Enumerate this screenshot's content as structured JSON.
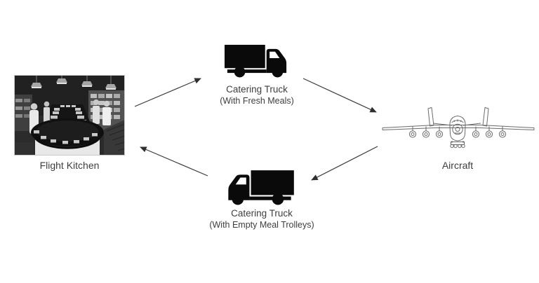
{
  "diagram": {
    "nodes": {
      "flight_kitchen": {
        "label": "Flight Kitchen"
      },
      "truck_fresh": {
        "label": "Catering Truck",
        "sublabel": "(With Fresh Meals)"
      },
      "aircraft": {
        "label": "Aircraft"
      },
      "truck_empty": {
        "label": "Catering Truck",
        "sublabel": "(With Empty Meal Trolleys)"
      }
    },
    "icons": {
      "flight_kitchen": "flight-kitchen-photo",
      "truck_fresh": "delivery-truck-facing-right-icon",
      "aircraft": "aircraft-front-view-icon",
      "truck_empty": "delivery-truck-facing-left-icon"
    },
    "flow": [
      {
        "from": "Flight Kitchen",
        "to": "Catering Truck (With Fresh Meals)"
      },
      {
        "from": "Catering Truck (With Fresh Meals)",
        "to": "Aircraft"
      },
      {
        "from": "Aircraft",
        "to": "Catering Truck (With Empty Meal Trolleys)"
      },
      {
        "from": "Catering Truck (With Empty Meal Trolleys)",
        "to": "Flight Kitchen"
      }
    ],
    "colors": {
      "background": "#ffffff",
      "text": "#3d3d3d",
      "truck_icon": "#0a0a0a",
      "aircraft_lines": "#6a6a6a",
      "arrow": "#3a3a3a"
    }
  }
}
